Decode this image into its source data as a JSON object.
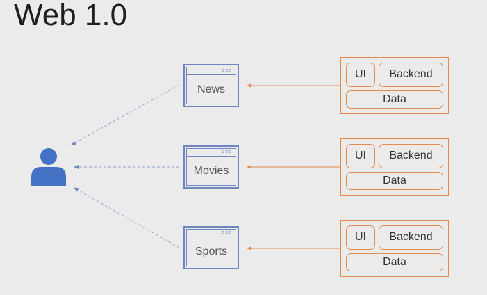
{
  "title": "Web 1.0",
  "sites": [
    {
      "name": "News"
    },
    {
      "name": "Movies"
    },
    {
      "name": "Sports"
    }
  ],
  "window_dots": "ooo",
  "server_parts": {
    "ui": "UI",
    "backend": "Backend",
    "data": "Data"
  },
  "colors": {
    "background": "#ebebeb",
    "browser_stroke": "#6f86c2",
    "server_stroke": "#e58a4c",
    "user_fill": "#4472c4",
    "dashed_arrow": "#8fa6d6"
  },
  "icons": [
    "user-icon",
    "browser-window-icon"
  ]
}
